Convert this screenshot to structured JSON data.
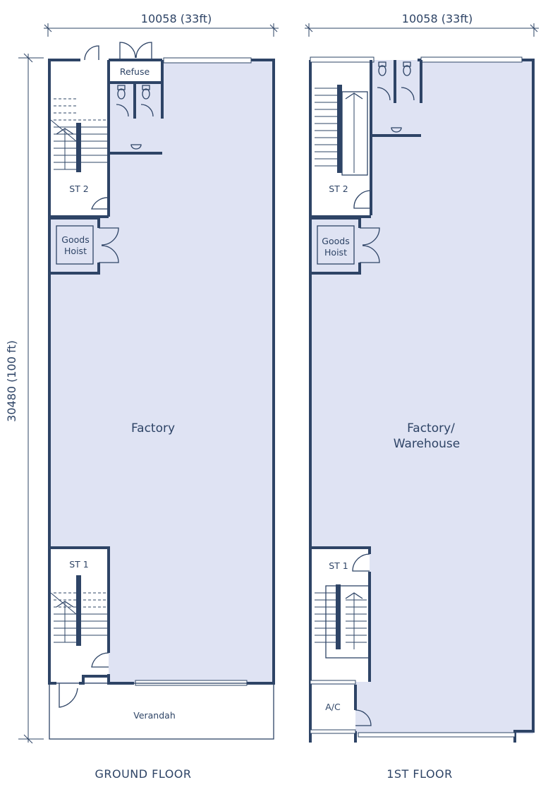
{
  "dimensions": {
    "ground_width": "10058 (33ft)",
    "first_width": "10058 (33ft)",
    "depth": "30480  (100 ft)"
  },
  "ground_floor": {
    "title": "GROUND FLOOR",
    "rooms": {
      "refuse": "Refuse",
      "stair2": "ST 2",
      "goods_hoist_line1": "Goods",
      "goods_hoist_line2": "Hoist",
      "factory": "Factory",
      "stair1": "ST 1",
      "verandah": "Verandah"
    }
  },
  "first_floor": {
    "title": "1ST FLOOR",
    "rooms": {
      "stair2": "ST 2",
      "goods_hoist_line1": "Goods",
      "goods_hoist_line2": "Hoist",
      "factory_line1": "Factory/",
      "factory_line2": "Warehouse",
      "stair1": "ST 1",
      "ac": "A/C"
    }
  },
  "colors": {
    "wall": "#2e4466",
    "floor": "#dfe3f3"
  }
}
